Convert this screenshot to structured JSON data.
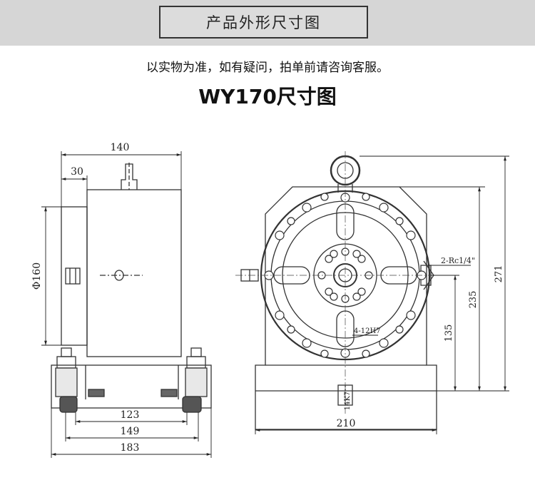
{
  "header": {
    "title": "产品外形尺寸图"
  },
  "notice": "以实物为准，如有疑问，拍单前请咨询客服。",
  "drawing": {
    "title": "WY170尺寸图",
    "side_view": {
      "dim_width_top": "140",
      "dim_offset": "30",
      "dim_diameter": "Φ160",
      "dim_base_inner": "123",
      "dim_base_mid": "149",
      "dim_base_outer": "183"
    },
    "front_view": {
      "dim_base_width": "210",
      "dim_total_height": "271",
      "dim_top_height": "235",
      "dim_center_height": "135",
      "label_port": "2-Rc1/4\"",
      "label_holes": "4-12H7",
      "label_key": "14K7"
    }
  }
}
